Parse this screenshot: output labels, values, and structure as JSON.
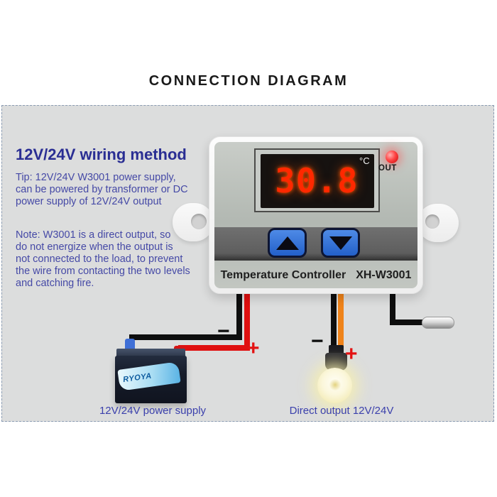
{
  "title": "CONNECTION DIAGRAM",
  "info_panel": {
    "heading": "12V/24V wiring method",
    "tip": "Tip: 12V/24V W3001 power supply,\ncan be powered by transformer or DC\npower supply of 12V/24V output",
    "note": "Note: W3001 is a direct output, so\ndo not energize when the output is\nnot connected to the load, to prevent\nthe wire from contacting the two levels\nand catching fire."
  },
  "device": {
    "display_value": "30.8",
    "display_unit": "°C",
    "out_led_label": "OUT",
    "name": "Temperature Controller",
    "model": "XH-W3001",
    "up_button_icon": "up-triangle-icon",
    "down_button_icon": "down-triangle-icon"
  },
  "wiring": {
    "power_negative_sign": "−",
    "power_positive_sign": "+",
    "output_negative_sign": "−",
    "output_positive_sign": "+",
    "power_caption": "12V/24V power supply",
    "output_caption": "Direct output 12V/24V"
  },
  "battery": {
    "brand": "RYOYA"
  },
  "colors": {
    "heading_blue": "#2a2e93",
    "info_text_blue": "#4549a6",
    "caption_blue": "#3b40ac",
    "button_blue": "#2e72d2",
    "digit_red": "#ff2800",
    "led_red": "#ff4545",
    "wire_red": "#e01010",
    "wire_orange": "#ef831a",
    "panel_gray": "#dcdddd"
  }
}
